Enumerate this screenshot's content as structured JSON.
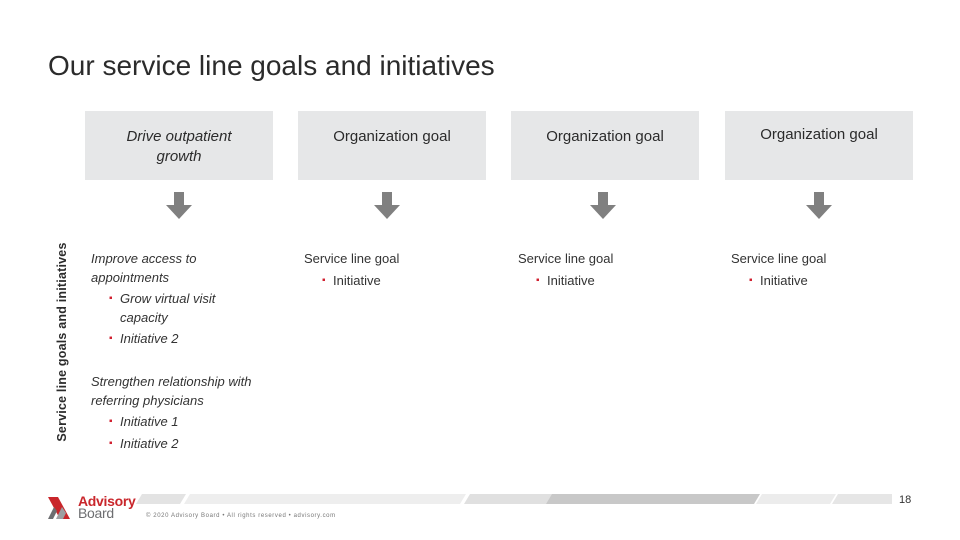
{
  "title": "Our service line goals and initiatives",
  "side_label": "Service line goals and initiatives",
  "columns": [
    {
      "goal": "Drive outpatient growth"
    },
    {
      "goal": "Organization goal",
      "service_line_goal": "Service line goal",
      "initiative": "Initiative"
    },
    {
      "goal": "Organization goal",
      "service_line_goal": "Service line goal",
      "initiative": "Initiative"
    },
    {
      "goal": "Organization goal",
      "service_line_goal": "Service line goal",
      "initiative": "Initiative"
    }
  ],
  "first_column_groups": [
    {
      "heading": "Improve access to appointments",
      "items": [
        "Grow virtual visit capacity",
        "Initiative 2"
      ]
    },
    {
      "heading": "Strengthen relationship with referring physicians",
      "items": [
        "Initiative 1",
        "Initiative 2"
      ]
    }
  ],
  "footer": {
    "logo_line1": "Advisory",
    "logo_line2": "Board",
    "copyright": "© 2020 Advisory Board • All rights reserved • advisory.com",
    "page_number": "18"
  },
  "colors": {
    "accent": "#d12030",
    "box": "#e6e7e8",
    "arrow": "#808080"
  }
}
